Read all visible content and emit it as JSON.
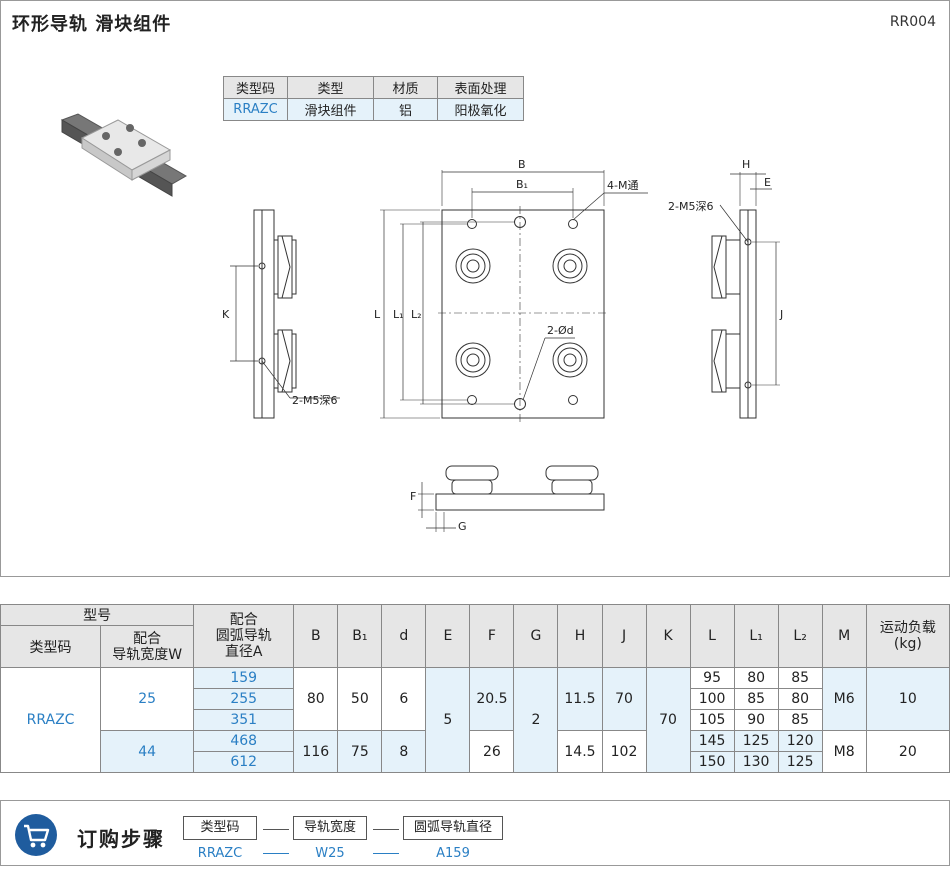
{
  "header": {
    "title": "环形导轨  滑块组件",
    "code": "RR004"
  },
  "type_table": {
    "headers": [
      "类型码",
      "类型",
      "材质",
      "表面处理"
    ],
    "row": [
      "RRAZC",
      "滑块组件",
      "铝",
      "阳极氧化"
    ]
  },
  "drawing_labels": {
    "B": "B",
    "B1": "B₁",
    "four_m": "4-M通",
    "L": "L",
    "L1": "L₁",
    "L2": "L₂",
    "two_d": "2-Ød",
    "H": "H",
    "E": "E",
    "two_m5_right": "2-M5深6",
    "J": "J",
    "K": "K",
    "two_m5_left": "2-M5深6",
    "F": "F",
    "G": "G"
  },
  "spec": {
    "group_header": "型号",
    "col_type": "类型码",
    "col_width": "配合\n导轨宽度W",
    "col_dia": "配合\n圆弧导轨\n直径A",
    "cols": [
      "B",
      "B₁",
      "d",
      "E",
      "F",
      "G",
      "H",
      "J",
      "K",
      "L",
      "L₁",
      "L₂",
      "M"
    ],
    "col_load": "运动负载\n(kg)",
    "type_code": "RRAZC",
    "groups": [
      {
        "width": "25",
        "B": "80",
        "B1": "50",
        "d": "6",
        "F": "20.5",
        "H": "11.5",
        "J": "70",
        "M": "M6",
        "load": "10",
        "rows": [
          {
            "A": "159",
            "L": "95",
            "L1": "80",
            "L2": "85"
          },
          {
            "A": "255",
            "L": "100",
            "L1": "85",
            "L2": "80"
          },
          {
            "A": "351",
            "L": "105",
            "L1": "90",
            "L2": "85"
          }
        ]
      },
      {
        "width": "44",
        "B": "116",
        "B1": "75",
        "d": "8",
        "F": "26",
        "H": "14.5",
        "J": "102",
        "M": "M8",
        "load": "20",
        "rows": [
          {
            "A": "468",
            "L": "145",
            "L1": "125",
            "L2": "120"
          },
          {
            "A": "612",
            "L": "150",
            "L1": "130",
            "L2": "125"
          }
        ]
      }
    ],
    "E": "5",
    "G": "2",
    "K": "70"
  },
  "order": {
    "title": "订购步骤",
    "steps": [
      "类型码",
      "导轨宽度",
      "圆弧导轨直径"
    ],
    "values": [
      "RRAZC",
      "W25",
      "A159"
    ]
  }
}
